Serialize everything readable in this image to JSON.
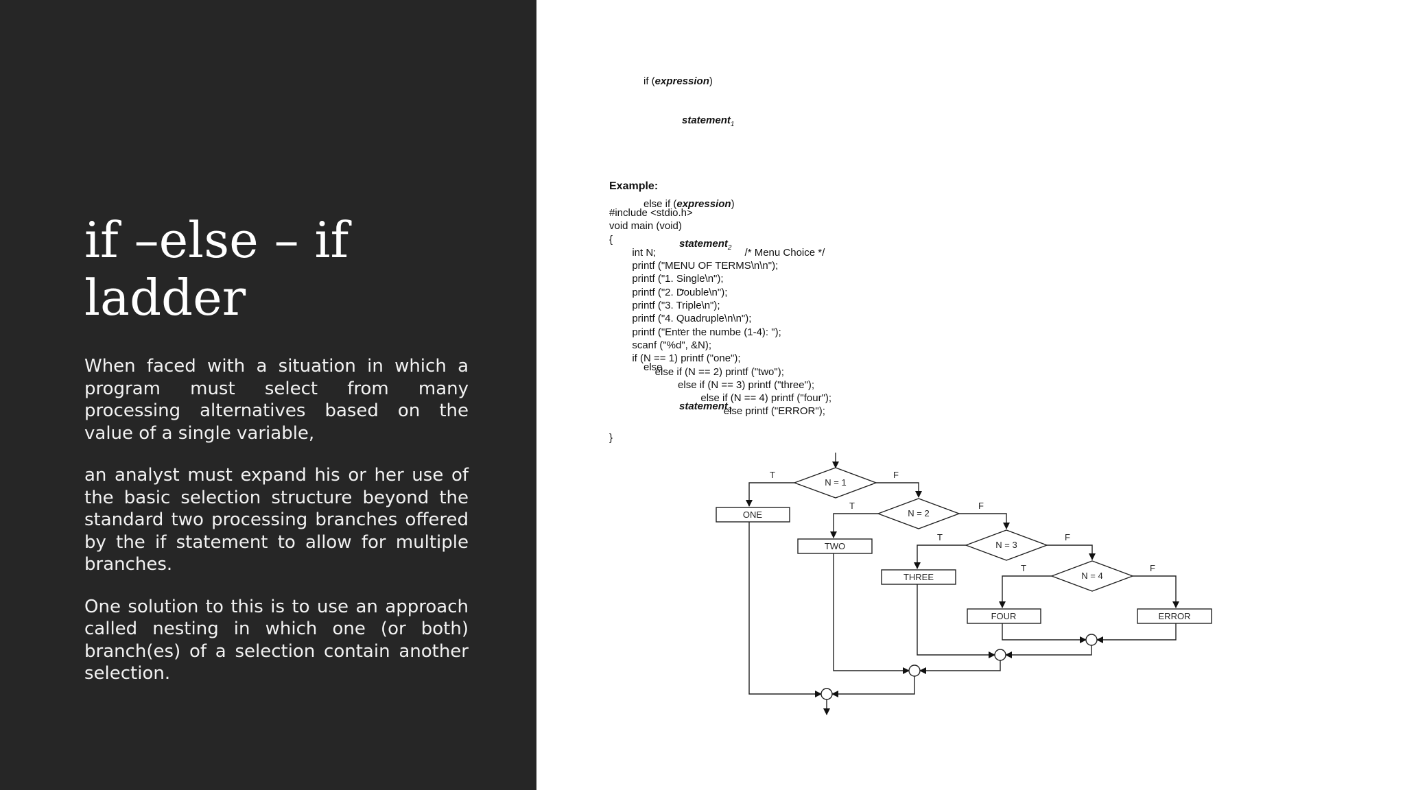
{
  "slide": {
    "title": "if –else – if ladder",
    "paragraphs": [
      "When faced with a situation in which a program must select from many processing alternatives based on the value of a single variable,",
      "an analyst must expand his or her use of the basic selection structure beyond the standard two processing branches offered by the if statement to allow for multiple branches.",
      "One solution to this is to use an approach called nesting in which one (or both) branch(es) of a selection contain another selection."
    ]
  },
  "syntax": {
    "if_keyword": "if (",
    "expression": "expression",
    "close_paren": ")",
    "statement": "statement",
    "else_if_keyword": "else if (",
    "dots": "..",
    "else_keyword": "else",
    "subscripts": [
      "1",
      "2",
      "3"
    ]
  },
  "example": {
    "label": "Example:",
    "code_lines": [
      "#include <stdio.h>",
      "void main (void)",
      "{",
      "        int N;                               /* Menu Choice */",
      "        printf (\"MENU OF TERMS\\n\\n\");",
      "        printf (\"1. Single\\n\");",
      "        printf (\"2. Double\\n\");",
      "        printf (\"3. Triple\\n\");",
      "        printf (\"4. Quadruple\\n\\n\");",
      "        printf (\"Enter the numbe (1-4): \");",
      "        scanf (\"%d\", &N);",
      "        if (N == 1) printf (\"one\");",
      "                else if (N == 2) printf (\"two\");",
      "                        else if (N == 3) printf (\"three\");",
      "                                else if (N == 4) printf (\"four\");",
      "                                        else printf (\"ERROR\");",
      "",
      "}"
    ]
  },
  "flowchart": {
    "decisions": [
      "N = 1",
      "N = 2",
      "N = 3",
      "N = 4"
    ],
    "actions": [
      "ONE",
      "TWO",
      "THREE",
      "FOUR",
      "ERROR"
    ],
    "true_label": "T",
    "false_label": "F"
  },
  "colors": {
    "left_panel": "#262626",
    "title_text": "#ffffff",
    "body_text": "#f2f2f2"
  }
}
